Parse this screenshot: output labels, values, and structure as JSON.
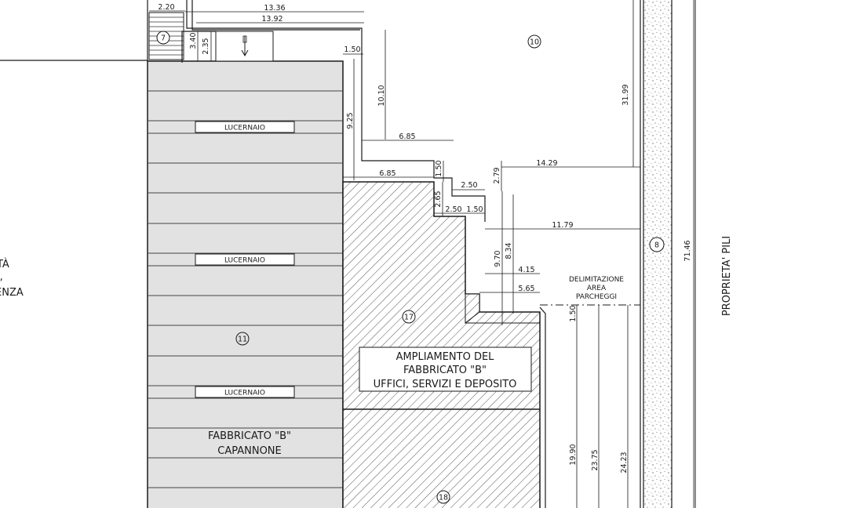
{
  "labels": {
    "lucernaio": "LUCERNAIO",
    "ampliamento_line1": "AMPLIAMENTO DEL",
    "ampliamento_line2": "FABBRICATO \"B\"",
    "ampliamento_line3": "UFFICI, SERVIZI E DEPOSITO",
    "fabbricato_line1": "FABBRICATO \"B\"",
    "fabbricato_line2": "CAPANNONE",
    "delimitazione_line1": "DELIMITAZIONE",
    "delimitazione_line2": "AREA",
    "delimitazione_line3": "PARCHEGGI",
    "proprieta": "PROPRIETA' PILI",
    "left_cut_1": "TÀ",
    "left_cut_2": "',",
    "left_cut_3": "ENZA"
  },
  "markers": {
    "m7": "7",
    "m8": "8",
    "m10": "10",
    "m11": "11",
    "m17": "17",
    "m18": "18"
  },
  "dimensions": {
    "d2_20": "2.20",
    "d13_36": "13.36",
    "d13_92": "13.92",
    "d3_40": "3.40",
    "d2_35": "2.35",
    "d1_50_top": "1.50",
    "d10_10": "10.10",
    "d9_25": "9.25",
    "d6_85_a": "6.85",
    "d6_85_b": "6.85",
    "d1_50_mid": "1.50",
    "d2_79": "2.79",
    "d14_29": "14.29",
    "d2_50_a": "2.50",
    "d2_65": "2.65",
    "d2_50_b": "2.50",
    "d1_50_b": "1.50",
    "d11_79": "11.79",
    "d9_70": "9.70",
    "d8_34": "8.34",
    "d4_15": "4.15",
    "d5_65": "5.65",
    "d1_50_low": "1.50",
    "d31_99": "31.99",
    "d71_46": "71.46",
    "d19_90": "19.90",
    "d23_75": "23.75",
    "d24_23": "24.23"
  },
  "colors": {
    "line": "#1a1a1a",
    "building_fill": "#e2e2e2",
    "hatch": "#555555",
    "background": "#ffffff"
  }
}
